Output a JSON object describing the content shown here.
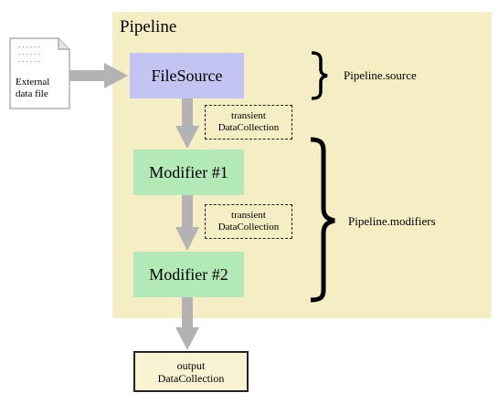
{
  "pipeline": {
    "title": "Pipeline"
  },
  "file": {
    "label_line1": "External",
    "label_line2": "data file",
    "dots": "......\n......\n......"
  },
  "filesource": {
    "label": "FileSource"
  },
  "modifiers": [
    {
      "label": "Modifier #1"
    },
    {
      "label": "Modifier #2"
    }
  ],
  "transient": [
    {
      "line1": "transient",
      "line2": "DataCollection"
    },
    {
      "line1": "transient",
      "line2": "DataCollection"
    }
  ],
  "output": {
    "line1": "output",
    "line2": "DataCollection"
  },
  "annotations": {
    "source": "Pipeline.source",
    "modifiers": "Pipeline.modifiers"
  },
  "colors": {
    "panel": "#f5edc4",
    "filesource": "#c4c4f2",
    "modifier": "#b2e9b6",
    "output": "#f9f3d4",
    "arrow": "#b3b3b3"
  }
}
